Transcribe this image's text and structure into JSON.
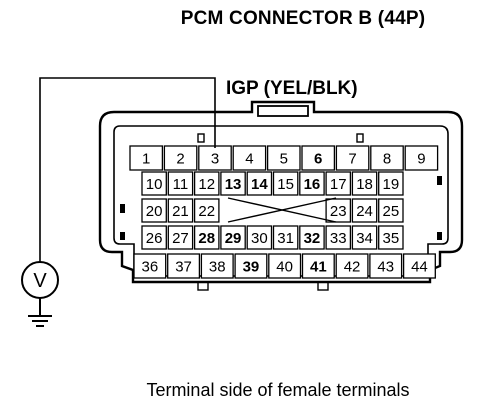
{
  "title": "PCM CONNECTOR B (44P)",
  "wire_label": "IGP (YEL/BLK)",
  "caption": "Terminal side of female terminals",
  "meter_symbol": "V",
  "rows": [
    {
      "pins": [
        "1",
        "2",
        "3",
        "4",
        "5",
        "6",
        "7",
        "8",
        "9"
      ],
      "bold": [
        "6"
      ]
    },
    {
      "pins": [
        "10",
        "11",
        "12",
        "13",
        "14",
        "15",
        "16",
        "17",
        "18",
        "19"
      ],
      "bold": [
        "13",
        "14",
        "16"
      ]
    },
    {
      "pins": [
        "20",
        "21",
        "22",
        "",
        "",
        "",
        "",
        "23",
        "24",
        "25"
      ],
      "bold": []
    },
    {
      "pins": [
        "26",
        "27",
        "28",
        "29",
        "30",
        "31",
        "32",
        "33",
        "34",
        "35"
      ],
      "bold": [
        "28",
        "29",
        "32"
      ]
    },
    {
      "pins": [
        "36",
        "37",
        "38",
        "39",
        "40",
        "41",
        "42",
        "43",
        "44"
      ],
      "bold": [
        "39",
        "41"
      ]
    }
  ]
}
